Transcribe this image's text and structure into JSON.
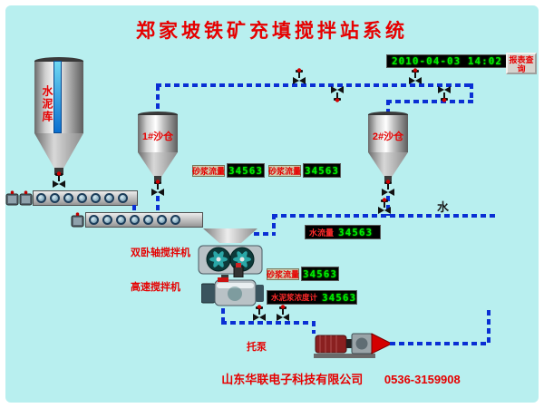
{
  "title": "郑家坡铁矿充填搅拌站系统",
  "header": {
    "datetime": "2010-04-03 14:02",
    "report_button": "报表查询"
  },
  "equipment": {
    "cement_silo": "水泥库",
    "sand_silo_1": "1#沙仓",
    "sand_silo_2": "2#沙仓",
    "twin_shaft_mixer": "双卧轴搅拌机",
    "high_speed_mixer": "高速搅拌机",
    "pump": "托泵",
    "water_line": "水"
  },
  "displays": {
    "slurry_flow_1": {
      "label": "砂浆流量",
      "value": "34563"
    },
    "slurry_flow_2": {
      "label": "砂浆流量",
      "value": "34563"
    },
    "water_flow": {
      "label": "水流量",
      "value": "34563"
    },
    "slurry_flow_3": {
      "label": "砂浆流量",
      "value": "34563"
    },
    "slurry_density": {
      "label": "水泥浆浓度计",
      "value": "34563"
    }
  },
  "footer": {
    "company": "山东华联电子科技有限公司",
    "phone": "0536-3159908"
  },
  "icons": {
    "valve": "valve-icon",
    "motor": "motor-icon",
    "mixer_fan": "fan-icon",
    "pump": "pump-icon"
  },
  "colors": {
    "background": "#b8efef",
    "pipe_blue": "#0a2fd4",
    "led_green": "#00f000",
    "label_red": "#e60000"
  }
}
